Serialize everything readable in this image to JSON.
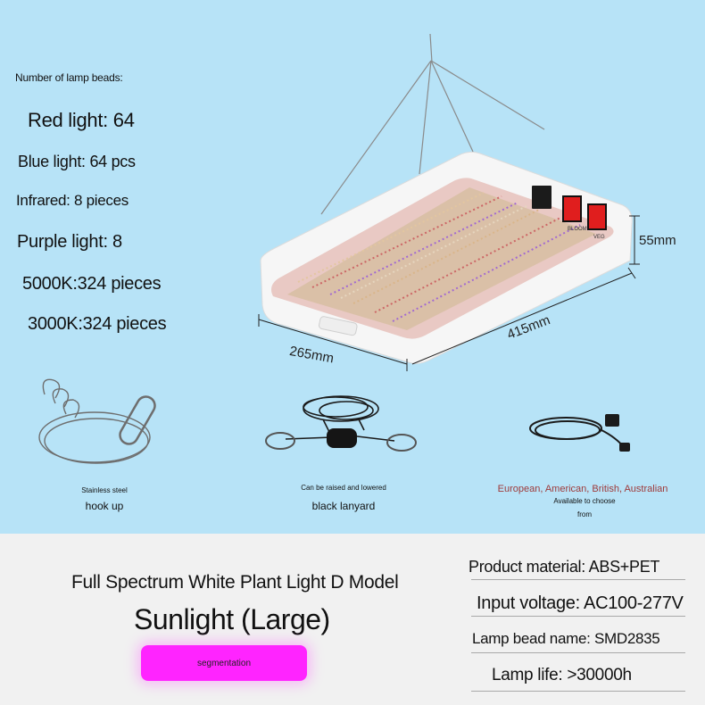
{
  "specs": {
    "title": "Number of lamp beads:",
    "items": [
      "Red light: 64",
      "Blue light: 64 pcs",
      "Infrared: 8 pieces",
      "Purple light: 8",
      "5000K:324 pieces",
      "3000K:324 pieces"
    ]
  },
  "lamp": {
    "switch_left": "BLOOM",
    "switch_right": "VEG",
    "height": "55mm",
    "width": "265mm",
    "length": "415mm"
  },
  "accessories": [
    {
      "small": "Stainless steel",
      "label": "hook up"
    },
    {
      "small": "Can be raised and lowered",
      "label": "black lanyard"
    },
    {
      "colored": "European, American, British, Australian",
      "small_a": "Available to choose",
      "small_b": "from"
    }
  ],
  "product": {
    "model": "Full Spectrum White Plant Light D Model",
    "name": "Sunlight (Large)",
    "segment_button": "segmentation",
    "properties": [
      "Product material: ABS+PET",
      "Input voltage: AC100-277V",
      "Lamp bead name: SMD2835",
      "Lamp life: >30000h"
    ]
  },
  "colors": {
    "top_background": "#b7e3f7",
    "bottom_background": "#f1f1f1",
    "segment_button": "#ff24ff",
    "switch_red": "#e01e1e",
    "lamp_body": "#f6f6f6"
  }
}
